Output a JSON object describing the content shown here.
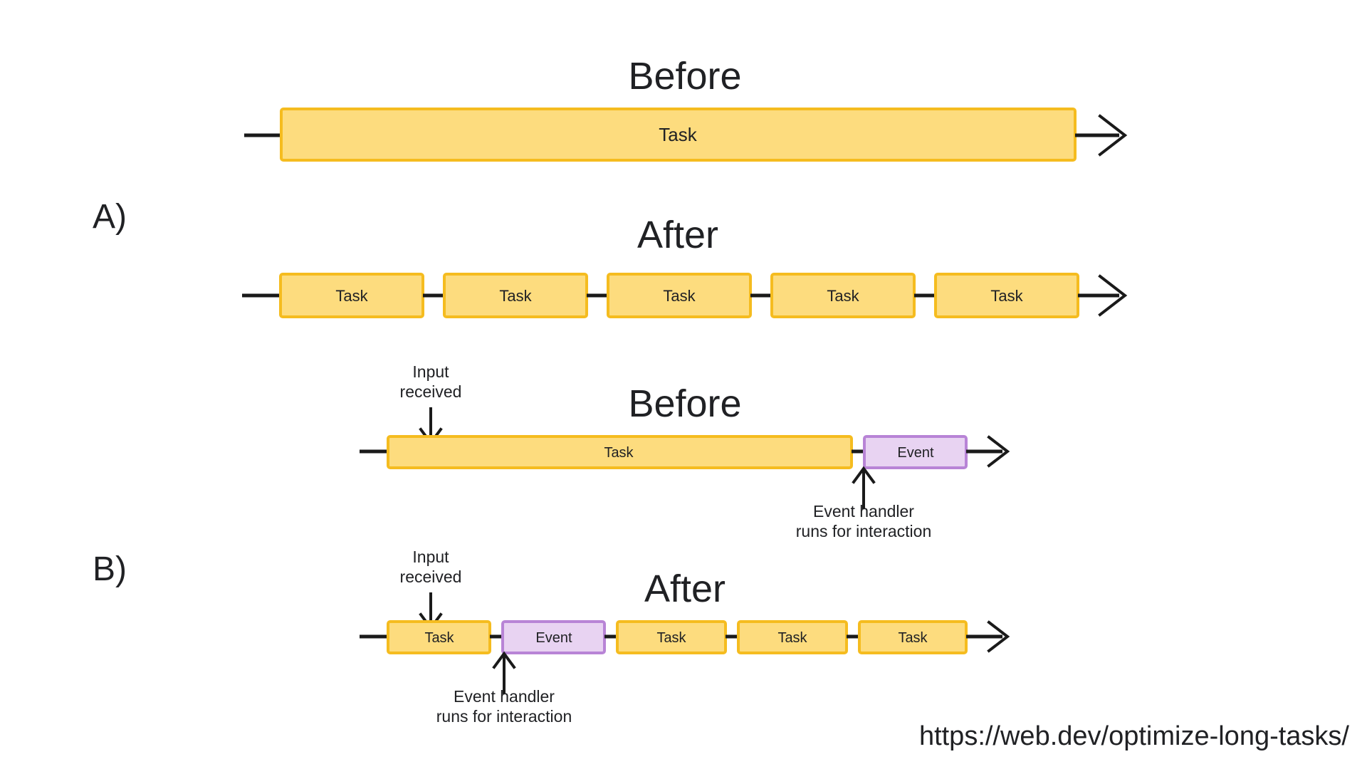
{
  "page": {
    "background_color": "#ffffff",
    "source_url": "https://web.dev/optimize-long-tasks/"
  },
  "colors": {
    "task_fill": "#FDDC7E",
    "task_border": "#F5BC1F",
    "event_fill": "#E8D3F2",
    "event_border": "#B884D6",
    "line": "#1a1a1a",
    "text": "#202124"
  },
  "sections": [
    {
      "id": "A",
      "label": "A)",
      "rows": [
        {
          "id": "a-before",
          "title": "Before",
          "blocks": [
            {
              "type": "task",
              "label": "Task"
            }
          ]
        },
        {
          "id": "a-after",
          "title": "After",
          "blocks": [
            {
              "type": "task",
              "label": "Task"
            },
            {
              "type": "task",
              "label": "Task"
            },
            {
              "type": "task",
              "label": "Task"
            },
            {
              "type": "task",
              "label": "Task"
            },
            {
              "type": "task",
              "label": "Task"
            }
          ]
        }
      ]
    },
    {
      "id": "B",
      "label": "B)",
      "rows": [
        {
          "id": "b-before",
          "title": "Before",
          "blocks": [
            {
              "type": "task",
              "label": "Task"
            },
            {
              "type": "event",
              "label": "Event"
            }
          ],
          "annotations": [
            {
              "id": "b-before-input",
              "text_line1": "Input",
              "text_line2": "received",
              "direction": "down"
            },
            {
              "id": "b-before-handler",
              "text_line1": "Event handler",
              "text_line2": "runs for interaction",
              "direction": "up"
            }
          ]
        },
        {
          "id": "b-after",
          "title": "After",
          "blocks": [
            {
              "type": "task",
              "label": "Task"
            },
            {
              "type": "event",
              "label": "Event"
            },
            {
              "type": "task",
              "label": "Task"
            },
            {
              "type": "task",
              "label": "Task"
            },
            {
              "type": "task",
              "label": "Task"
            }
          ],
          "annotations": [
            {
              "id": "b-after-input",
              "text_line1": "Input",
              "text_line2": "received",
              "direction": "down"
            },
            {
              "id": "b-after-handler",
              "text_line1": "Event handler",
              "text_line2": "runs for interaction",
              "direction": "up"
            }
          ]
        }
      ]
    }
  ],
  "labels": {
    "before": "Before",
    "after": "After",
    "task": "Task",
    "event": "Event",
    "input_line1": "Input",
    "input_received_line2": "received",
    "handler_line1": "Event handler",
    "handler_line2": "runs for interaction",
    "section_a": "A)",
    "section_b": "B)"
  }
}
